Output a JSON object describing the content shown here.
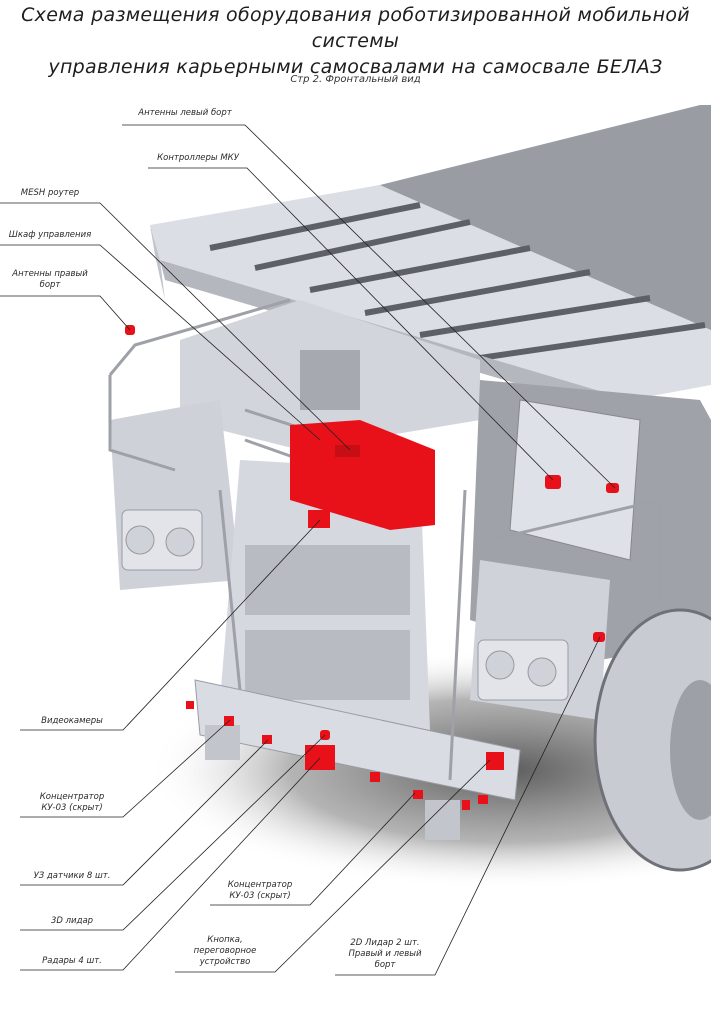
{
  "header": {
    "title_line1": "Схема размещения оборудования роботизированной мобильной системы",
    "title_line2": "управления карьерными самосвалами на самосвале БЕЛАЗ",
    "subtitle": "Стр 2. Фронтальный вид"
  },
  "colors": {
    "equipment": "#e8111a",
    "truck_body": "#d8dae2",
    "truck_shadow": "#8e9099",
    "leader_line": "#222222"
  },
  "callouts": [
    {
      "id": "antennas-left",
      "lines": [
        "Антенны левый борт"
      ]
    },
    {
      "id": "controllers-mku",
      "lines": [
        "Контроллеры МКУ"
      ]
    },
    {
      "id": "mesh-router",
      "lines": [
        "MESH роутер"
      ]
    },
    {
      "id": "control-cabinet",
      "lines": [
        "Шкаф управления"
      ]
    },
    {
      "id": "antennas-right",
      "lines": [
        "Антенны правый",
        "борт"
      ]
    },
    {
      "id": "video-cameras",
      "lines": [
        "Видеокамеры"
      ]
    },
    {
      "id": "hub-ku03-left",
      "lines": [
        "Концентратор",
        "КУ-03 (скрыт)"
      ]
    },
    {
      "id": "ultrasonic-sensors",
      "lines": [
        "УЗ датчики 8 шт."
      ]
    },
    {
      "id": "lidar-3d",
      "lines": [
        "3D лидар"
      ]
    },
    {
      "id": "radars",
      "lines": [
        "Радары 4 шт."
      ]
    },
    {
      "id": "hub-ku03-center",
      "lines": [
        "Концентратор",
        "КУ-03 (скрыт)"
      ]
    },
    {
      "id": "button-intercom",
      "lines": [
        "Кнопка,",
        "переговорное",
        "устройство"
      ]
    },
    {
      "id": "lidar-2d",
      "lines": [
        "2D Лидар 2 шт.",
        "Правый и левый",
        "борт"
      ]
    }
  ]
}
